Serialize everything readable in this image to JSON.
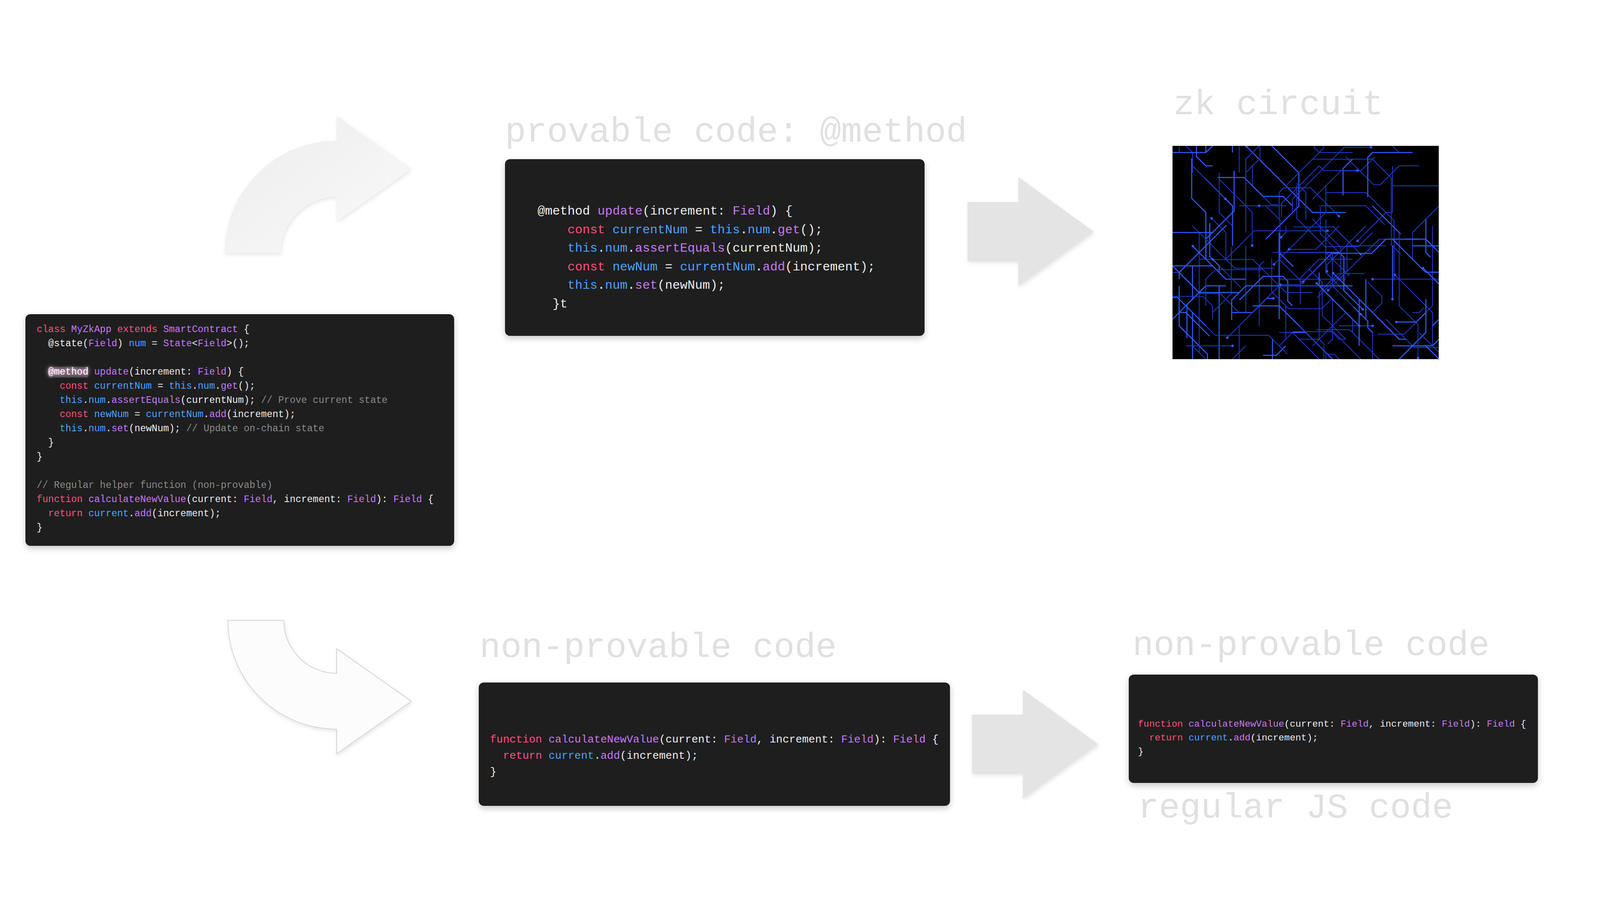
{
  "diagram": {
    "nodes": [
      {
        "text": [
          "class MyZkApp extends SmartContract {",
          "@state(Field) num = State<Field>();",
          "@method update(increment: Field) {",
          "const currentNum = this.num.get();",
          "this.num.assertEquals(currentNum); // Prove current state",
          "const newNum = currentNum.add(increment);",
          "this.num.set(newNum); // Update on-chain state",
          "}",
          "}",
          "// Regular helper function (non-provable)",
          "function calculateNewValue(current: Field, increment: Field): Field {",
          "return current.add(increment);",
          "}"
        ]
      },
      {
        "text": [
          "provable code: @method",
          "@method update(increment: Field) {",
          "const currentNum = this.num.get();",
          "this.num.assertEquals(currentNum);",
          "const newNum = currentNum.add(increment);",
          "this.num.set(newNum);",
          "}t"
        ]
      },
      {
        "text": [
          "zk circuit"
        ]
      },
      {
        "text": [
          "non-provable code",
          "function calculateNewValue(current: Field, increment: Field): Field {",
          "return current.add(increment);",
          "}"
        ]
      },
      {
        "text": [
          "non-provable code",
          "function calculateNewValue(current: Field, increment: Field): Field {",
          "return current.add(increment);",
          "}",
          "regular JS code"
        ]
      }
    ],
    "edges": [
      {
        "from": 0,
        "to": 1,
        "arrow": "to"
      },
      {
        "from": 1,
        "to": 2,
        "arrow": "to"
      },
      {
        "from": 0,
        "to": 3,
        "arrow": "to"
      },
      {
        "from": 3,
        "to": 4,
        "arrow": "to"
      }
    ]
  }
}
